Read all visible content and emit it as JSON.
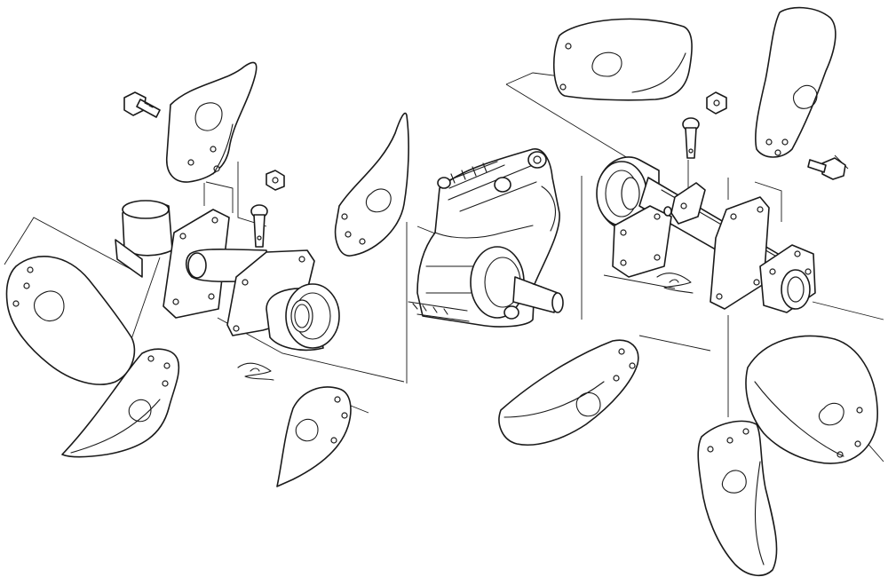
{
  "diagram": {
    "labels": [],
    "colors": {
      "line": "#1a1a1a",
      "background": "#ffffff"
    },
    "parts": [
      "left-tine-upper",
      "left-tine-far-left",
      "left-tine-lower-left",
      "left-tine-lower-center",
      "left-tine-center-upright",
      "left-bolt",
      "left-nut",
      "left-clevis-pin",
      "left-hairpin-clip",
      "left-flange-plate",
      "left-shaft-collar",
      "left-axle-tube",
      "left-seal-cup",
      "gearbox",
      "gearbox-output-shaft",
      "right-seal-cup",
      "right-axle-tube",
      "right-flange-plate",
      "right-end-collar",
      "right-clevis-pin",
      "right-nut",
      "right-bolt",
      "right-hairpin-clip",
      "right-tine-top",
      "right-tine-top-right",
      "right-tine-lower-center",
      "right-tine-lower-right",
      "right-tine-bottom"
    ]
  }
}
